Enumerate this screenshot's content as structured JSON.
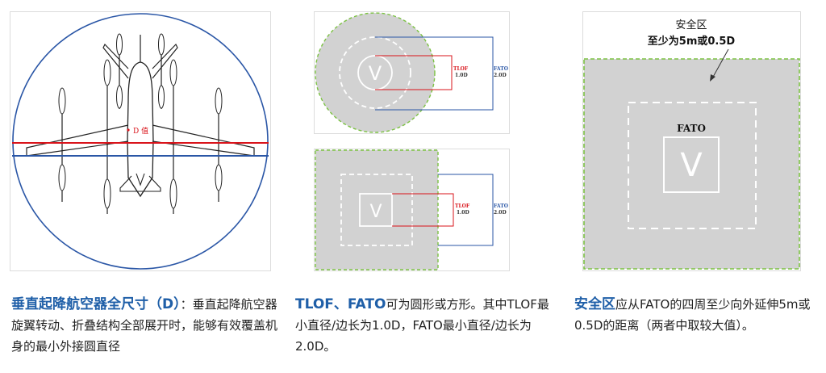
{
  "col1": {
    "d_value_label": "D 值",
    "caption_title": "垂直起降航空器全尺寸（D）",
    "caption_body": "：垂直起降航空器旋翼转动、折叠结构全部展开时，能够有效覆盖机身的最小外接圆直径"
  },
  "col2": {
    "circle_panel": {
      "pad_letter": "V",
      "tlof_label": "TLOF",
      "tlof_value": "1.0D",
      "fato_label": "FATO",
      "fato_value": "2.0D"
    },
    "square_panel": {
      "pad_letter": "V",
      "tlof_label": "TLOF",
      "tlof_value": "1.0D",
      "fato_label": "FATO",
      "fato_value": "2.0D"
    },
    "caption_title": "TLOF、FATO",
    "caption_body": "可为圆形或方形。其中TLOF最小直径/边长为1.0D，FATO最小直径/边长为2.0D。"
  },
  "col3": {
    "safety_zone_label": "安全区",
    "safety_zone_dim": "至少为5m或0.5D",
    "fato_label": "FATO",
    "pad_letter": "V",
    "caption_title": "安全区",
    "caption_body": "应从FATO的四周至少向外延伸5m或0.5D的距离（两者中取较大值）。"
  },
  "colors": {
    "accent_blue": "#1f5fa8",
    "red_line": "#d9141b",
    "blue_line": "#2a56a6",
    "pad_gray": "#d2d2d2",
    "dash_green": "#7cc243"
  }
}
